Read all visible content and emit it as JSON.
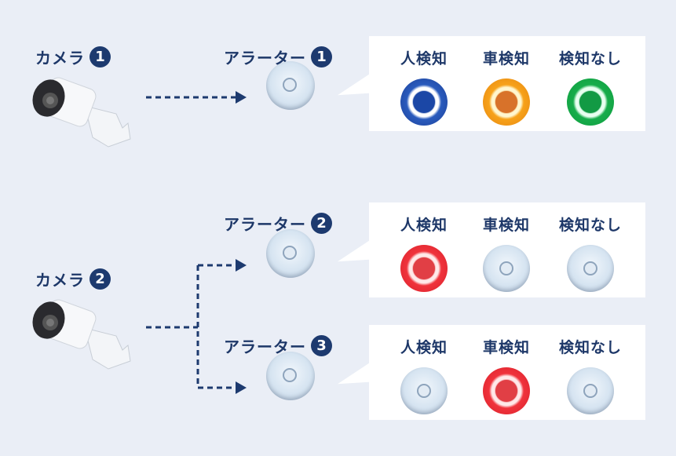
{
  "cameras": [
    {
      "label": "カメラ",
      "number": "1"
    },
    {
      "label": "カメラ",
      "number": "2"
    }
  ],
  "alerters": [
    {
      "label": "アラーター",
      "number": "1",
      "lamps": [
        {
          "label": "人検知",
          "state": "blue"
        },
        {
          "label": "車検知",
          "state": "orange"
        },
        {
          "label": "検知なし",
          "state": "green"
        }
      ]
    },
    {
      "label": "アラーター",
      "number": "2",
      "lamps": [
        {
          "label": "人検知",
          "state": "red"
        },
        {
          "label": "車検知",
          "state": "off"
        },
        {
          "label": "検知なし",
          "state": "off"
        }
      ]
    },
    {
      "label": "アラーター",
      "number": "3",
      "lamps": [
        {
          "label": "人検知",
          "state": "off"
        },
        {
          "label": "車検知",
          "state": "red"
        },
        {
          "label": "検知なし",
          "state": "off"
        }
      ]
    }
  ],
  "colors": {
    "navy": "#1d3a6f",
    "background": "#eaeef6"
  }
}
